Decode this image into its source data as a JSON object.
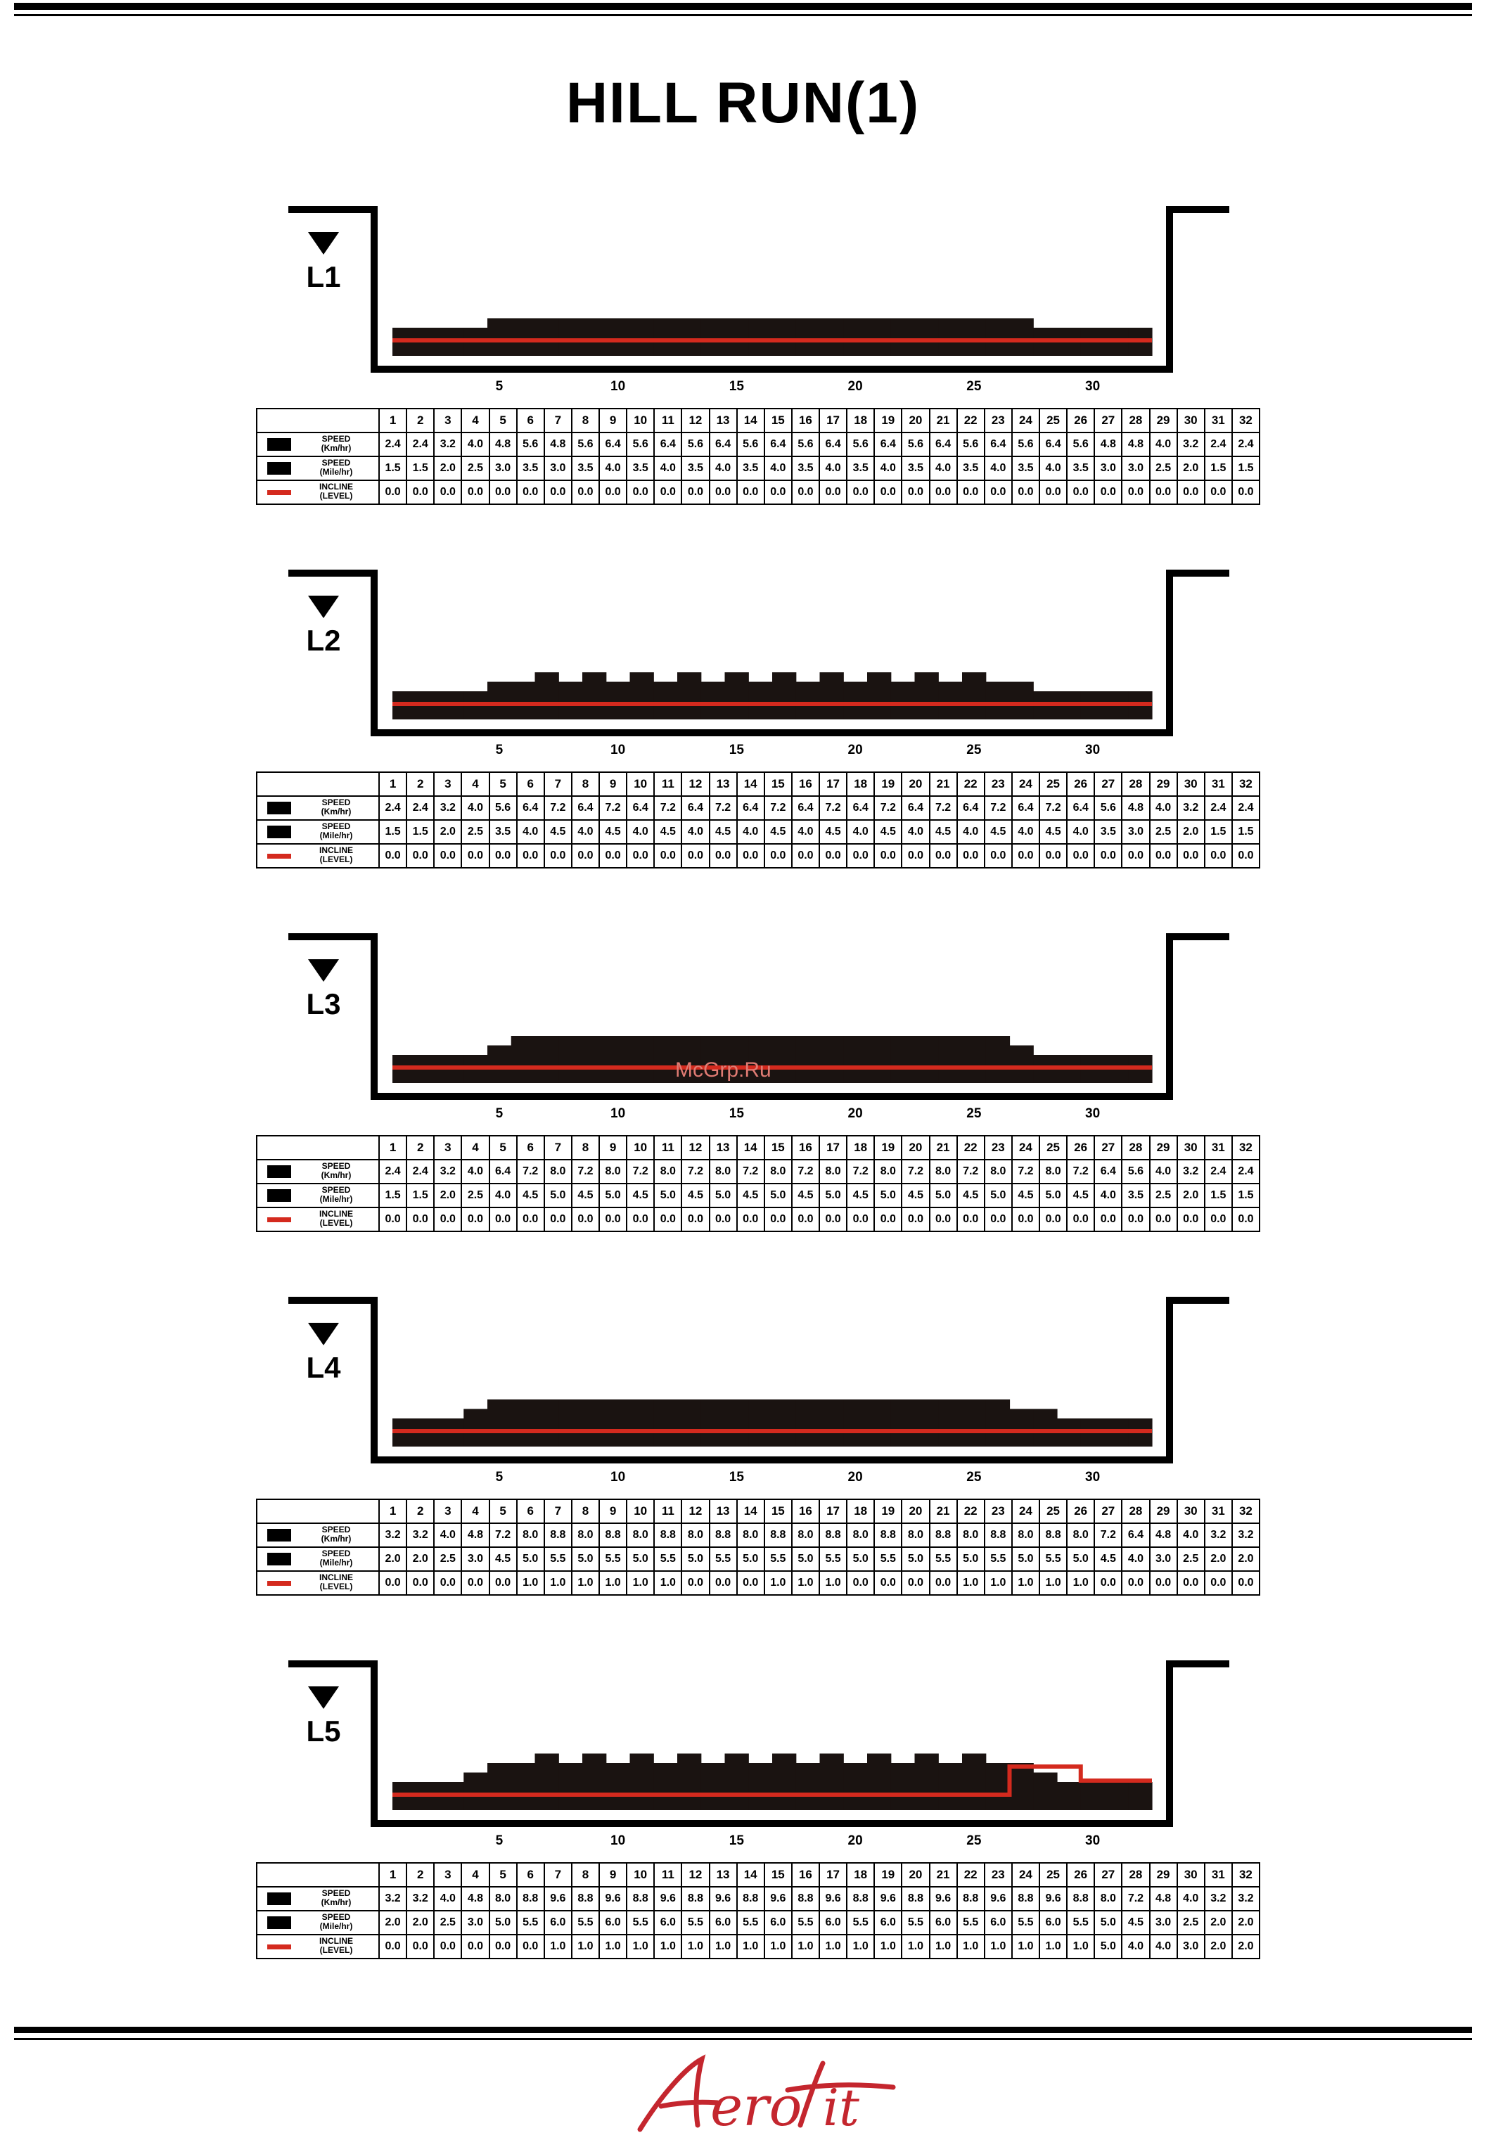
{
  "page": {
    "title": "HILL RUN(1)",
    "watermark": "McGrp.Ru",
    "brand": "AeroFit"
  },
  "legend": {
    "speed_kmh": [
      "SPEED",
      "(Km/hr)"
    ],
    "speed_mph": [
      "SPEED",
      "(Mile/hr)"
    ],
    "incline": [
      "INCLINE",
      "(LEVEL)"
    ]
  },
  "axis_ticks": [
    "5",
    "10",
    "15",
    "20",
    "25",
    "30"
  ],
  "segments": [
    "1",
    "2",
    "3",
    "4",
    "5",
    "6",
    "7",
    "8",
    "9",
    "10",
    "11",
    "12",
    "13",
    "14",
    "15",
    "16",
    "17",
    "18",
    "19",
    "20",
    "21",
    "22",
    "23",
    "24",
    "25",
    "26",
    "27",
    "28",
    "29",
    "30",
    "31",
    "32"
  ],
  "colors": {
    "speed_bar": "#1a1311",
    "incline_line": "#d42a1e"
  },
  "chart_data": [
    {
      "type": "bar",
      "level": "L1",
      "series": [
        {
          "name": "SPEED (Km/hr)",
          "values": [
            "2.4",
            "2.4",
            "3.2",
            "4.0",
            "4.8",
            "5.6",
            "4.8",
            "5.6",
            "6.4",
            "5.6",
            "6.4",
            "5.6",
            "6.4",
            "5.6",
            "6.4",
            "5.6",
            "6.4",
            "5.6",
            "6.4",
            "5.6",
            "6.4",
            "5.6",
            "6.4",
            "5.6",
            "6.4",
            "5.6",
            "4.8",
            "4.8",
            "4.0",
            "3.2",
            "2.4",
            "2.4"
          ]
        },
        {
          "name": "SPEED (Mile/hr)",
          "values": [
            "1.5",
            "1.5",
            "2.0",
            "2.5",
            "3.0",
            "3.5",
            "3.0",
            "3.5",
            "4.0",
            "3.5",
            "4.0",
            "3.5",
            "4.0",
            "3.5",
            "4.0",
            "3.5",
            "4.0",
            "3.5",
            "4.0",
            "3.5",
            "4.0",
            "3.5",
            "4.0",
            "3.5",
            "4.0",
            "3.5",
            "3.0",
            "3.0",
            "2.5",
            "2.0",
            "1.5",
            "1.5"
          ]
        },
        {
          "name": "INCLINE (LEVEL)",
          "values": [
            "0.0",
            "0.0",
            "0.0",
            "0.0",
            "0.0",
            "0.0",
            "0.0",
            "0.0",
            "0.0",
            "0.0",
            "0.0",
            "0.0",
            "0.0",
            "0.0",
            "0.0",
            "0.0",
            "0.0",
            "0.0",
            "0.0",
            "0.0",
            "0.0",
            "0.0",
            "0.0",
            "0.0",
            "0.0",
            "0.0",
            "0.0",
            "0.0",
            "0.0",
            "0.0",
            "0.0",
            "0.0"
          ]
        }
      ],
      "bar_levels": [
        1,
        1,
        1,
        1,
        2,
        2,
        2,
        2,
        2,
        2,
        2,
        2,
        2,
        2,
        2,
        2,
        2,
        2,
        2,
        2,
        2,
        2,
        2,
        2,
        2,
        2,
        2,
        1,
        1,
        1,
        1,
        1
      ]
    },
    {
      "type": "bar",
      "level": "L2",
      "series": [
        {
          "name": "SPEED (Km/hr)",
          "values": [
            "2.4",
            "2.4",
            "3.2",
            "4.0",
            "5.6",
            "6.4",
            "7.2",
            "6.4",
            "7.2",
            "6.4",
            "7.2",
            "6.4",
            "7.2",
            "6.4",
            "7.2",
            "6.4",
            "7.2",
            "6.4",
            "7.2",
            "6.4",
            "7.2",
            "6.4",
            "7.2",
            "6.4",
            "7.2",
            "6.4",
            "5.6",
            "4.8",
            "4.0",
            "3.2",
            "2.4",
            "2.4"
          ]
        },
        {
          "name": "SPEED (Mile/hr)",
          "values": [
            "1.5",
            "1.5",
            "2.0",
            "2.5",
            "3.5",
            "4.0",
            "4.5",
            "4.0",
            "4.5",
            "4.0",
            "4.5",
            "4.0",
            "4.5",
            "4.0",
            "4.5",
            "4.0",
            "4.5",
            "4.0",
            "4.5",
            "4.0",
            "4.5",
            "4.0",
            "4.5",
            "4.0",
            "4.5",
            "4.0",
            "3.5",
            "3.0",
            "2.5",
            "2.0",
            "1.5",
            "1.5"
          ]
        },
        {
          "name": "INCLINE (LEVEL)",
          "values": [
            "0.0",
            "0.0",
            "0.0",
            "0.0",
            "0.0",
            "0.0",
            "0.0",
            "0.0",
            "0.0",
            "0.0",
            "0.0",
            "0.0",
            "0.0",
            "0.0",
            "0.0",
            "0.0",
            "0.0",
            "0.0",
            "0.0",
            "0.0",
            "0.0",
            "0.0",
            "0.0",
            "0.0",
            "0.0",
            "0.0",
            "0.0",
            "0.0",
            "0.0",
            "0.0",
            "0.0",
            "0.0"
          ]
        }
      ],
      "bar_levels": [
        1,
        1,
        1,
        1,
        2,
        2,
        3,
        2,
        3,
        2,
        3,
        2,
        3,
        2,
        3,
        2,
        3,
        2,
        3,
        2,
        3,
        2,
        3,
        2,
        3,
        2,
        2,
        1,
        1,
        1,
        1,
        1
      ]
    },
    {
      "type": "bar",
      "level": "L3",
      "series": [
        {
          "name": "SPEED (Km/hr)",
          "values": [
            "2.4",
            "2.4",
            "3.2",
            "4.0",
            "6.4",
            "7.2",
            "8.0",
            "7.2",
            "8.0",
            "7.2",
            "8.0",
            "7.2",
            "8.0",
            "7.2",
            "8.0",
            "7.2",
            "8.0",
            "7.2",
            "8.0",
            "7.2",
            "8.0",
            "7.2",
            "8.0",
            "7.2",
            "8.0",
            "7.2",
            "6.4",
            "5.6",
            "4.0",
            "3.2",
            "2.4",
            "2.4"
          ]
        },
        {
          "name": "SPEED (Mile/hr)",
          "values": [
            "1.5",
            "1.5",
            "2.0",
            "2.5",
            "4.0",
            "4.5",
            "5.0",
            "4.5",
            "5.0",
            "4.5",
            "5.0",
            "4.5",
            "5.0",
            "4.5",
            "5.0",
            "4.5",
            "5.0",
            "4.5",
            "5.0",
            "4.5",
            "5.0",
            "4.5",
            "5.0",
            "4.5",
            "5.0",
            "4.5",
            "4.0",
            "3.5",
            "2.5",
            "2.0",
            "1.5",
            "1.5"
          ]
        },
        {
          "name": "INCLINE (LEVEL)",
          "values": [
            "0.0",
            "0.0",
            "0.0",
            "0.0",
            "0.0",
            "0.0",
            "0.0",
            "0.0",
            "0.0",
            "0.0",
            "0.0",
            "0.0",
            "0.0",
            "0.0",
            "0.0",
            "0.0",
            "0.0",
            "0.0",
            "0.0",
            "0.0",
            "0.0",
            "0.0",
            "0.0",
            "0.0",
            "0.0",
            "0.0",
            "0.0",
            "0.0",
            "0.0",
            "0.0",
            "0.0",
            "0.0"
          ]
        }
      ],
      "bar_levels": [
        1,
        1,
        1,
        1,
        2,
        3,
        3,
        3,
        3,
        3,
        3,
        3,
        3,
        3,
        3,
        3,
        3,
        3,
        3,
        3,
        3,
        3,
        3,
        3,
        3,
        3,
        2,
        1,
        1,
        1,
        1,
        1
      ]
    },
    {
      "type": "bar",
      "level": "L4",
      "series": [
        {
          "name": "SPEED (Km/hr)",
          "values": [
            "3.2",
            "3.2",
            "4.0",
            "4.8",
            "7.2",
            "8.0",
            "8.8",
            "8.0",
            "8.8",
            "8.0",
            "8.8",
            "8.0",
            "8.8",
            "8.0",
            "8.8",
            "8.0",
            "8.8",
            "8.0",
            "8.8",
            "8.0",
            "8.8",
            "8.0",
            "8.8",
            "8.0",
            "8.8",
            "8.0",
            "7.2",
            "6.4",
            "4.8",
            "4.0",
            "3.2",
            "3.2"
          ]
        },
        {
          "name": "SPEED (Mile/hr)",
          "values": [
            "2.0",
            "2.0",
            "2.5",
            "3.0",
            "4.5",
            "5.0",
            "5.5",
            "5.0",
            "5.5",
            "5.0",
            "5.5",
            "5.0",
            "5.5",
            "5.0",
            "5.5",
            "5.0",
            "5.5",
            "5.0",
            "5.5",
            "5.0",
            "5.5",
            "5.0",
            "5.5",
            "5.0",
            "5.5",
            "5.0",
            "4.5",
            "4.0",
            "3.0",
            "2.5",
            "2.0",
            "2.0"
          ]
        },
        {
          "name": "INCLINE (LEVEL)",
          "values": [
            "0.0",
            "0.0",
            "0.0",
            "0.0",
            "0.0",
            "1.0",
            "1.0",
            "1.0",
            "1.0",
            "1.0",
            "1.0",
            "0.0",
            "0.0",
            "0.0",
            "1.0",
            "1.0",
            "1.0",
            "0.0",
            "0.0",
            "0.0",
            "0.0",
            "1.0",
            "1.0",
            "1.0",
            "1.0",
            "1.0",
            "0.0",
            "0.0",
            "0.0",
            "0.0",
            "0.0",
            "0.0"
          ]
        }
      ],
      "bar_levels": [
        1,
        1,
        1,
        2,
        3,
        3,
        3,
        3,
        3,
        3,
        3,
        3,
        3,
        3,
        3,
        3,
        3,
        3,
        3,
        3,
        3,
        3,
        3,
        3,
        3,
        3,
        2,
        2,
        1,
        1,
        1,
        1
      ]
    },
    {
      "type": "bar",
      "level": "L5",
      "series": [
        {
          "name": "SPEED (Km/hr)",
          "values": [
            "3.2",
            "3.2",
            "4.0",
            "4.8",
            "8.0",
            "8.8",
            "9.6",
            "8.8",
            "9.6",
            "8.8",
            "9.6",
            "8.8",
            "9.6",
            "8.8",
            "9.6",
            "8.8",
            "9.6",
            "8.8",
            "9.6",
            "8.8",
            "9.6",
            "8.8",
            "9.6",
            "8.8",
            "9.6",
            "8.8",
            "8.0",
            "7.2",
            "4.8",
            "4.0",
            "3.2",
            "3.2"
          ]
        },
        {
          "name": "SPEED (Mile/hr)",
          "values": [
            "2.0",
            "2.0",
            "2.5",
            "3.0",
            "5.0",
            "5.5",
            "6.0",
            "5.5",
            "6.0",
            "5.5",
            "6.0",
            "5.5",
            "6.0",
            "5.5",
            "6.0",
            "5.5",
            "6.0",
            "5.5",
            "6.0",
            "5.5",
            "6.0",
            "5.5",
            "6.0",
            "5.5",
            "6.0",
            "5.5",
            "5.0",
            "4.5",
            "3.0",
            "2.5",
            "2.0",
            "2.0"
          ]
        },
        {
          "name": "INCLINE (LEVEL)",
          "values": [
            "0.0",
            "0.0",
            "0.0",
            "0.0",
            "0.0",
            "0.0",
            "1.0",
            "1.0",
            "1.0",
            "1.0",
            "1.0",
            "1.0",
            "1.0",
            "1.0",
            "1.0",
            "1.0",
            "1.0",
            "1.0",
            "1.0",
            "1.0",
            "1.0",
            "1.0",
            "1.0",
            "1.0",
            "1.0",
            "1.0",
            "5.0",
            "4.0",
            "4.0",
            "3.0",
            "2.0",
            "2.0"
          ]
        }
      ],
      "bar_levels": [
        1,
        1,
        1,
        2,
        3,
        3,
        4,
        3,
        4,
        3,
        4,
        3,
        4,
        3,
        4,
        3,
        4,
        3,
        4,
        3,
        4,
        3,
        4,
        3,
        4,
        3,
        3,
        2,
        1,
        1,
        1,
        1
      ],
      "incline_levels": [
        0,
        0,
        0,
        0,
        0,
        0,
        0,
        0,
        0,
        0,
        0,
        0,
        0,
        0,
        0,
        0,
        0,
        0,
        0,
        0,
        0,
        0,
        0,
        0,
        0,
        0,
        2,
        2,
        2,
        1,
        1,
        1
      ]
    }
  ]
}
